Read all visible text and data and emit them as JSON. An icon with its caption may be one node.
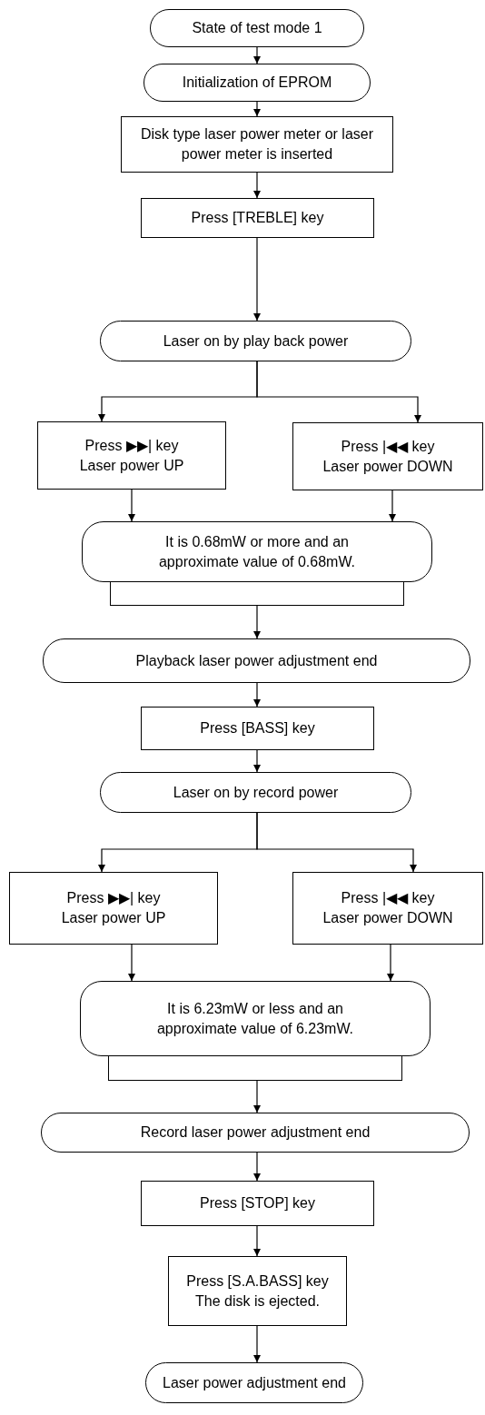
{
  "diagram": {
    "nodes": [
      {
        "text": [
          "State of test mode 1"
        ]
      },
      {
        "text": [
          "Initialization of EPROM"
        ]
      },
      {
        "text": [
          "Disk type laser power meter or laser power meter is inserted"
        ]
      },
      {
        "text": [
          "Press [TREBLE] key"
        ]
      },
      {
        "text": [
          "Laser on by play back power"
        ]
      },
      {
        "text": [
          "Press ▶▶| key",
          "Laser power UP"
        ]
      },
      {
        "text": [
          "Press |◀◀ key",
          "Laser power DOWN"
        ]
      },
      {
        "text": [
          "It is 0.68mW or more and an approximate value of 0.68mW."
        ]
      },
      {
        "text": [],
        "shape": "box"
      },
      {
        "text": [
          "Playback laser power adjustment end"
        ]
      },
      {
        "text": [
          "Press [BASS] key"
        ]
      },
      {
        "text": [
          "Laser on by record power"
        ]
      },
      {
        "text": [
          "Press ▶▶| key",
          "Laser power UP"
        ]
      },
      {
        "text": [
          "Press |◀◀ key",
          "Laser power DOWN"
        ]
      },
      {
        "text": [
          "It is 6.23mW or less and an approximate value of 6.23mW."
        ]
      },
      {
        "text": [],
        "shape": "box"
      },
      {
        "text": [
          "Record laser power adjustment end"
        ]
      },
      {
        "text": [
          "Press [STOP] key"
        ]
      },
      {
        "text": [
          "Press [S.A.BASS] key",
          "The disk is ejected."
        ]
      },
      {
        "text": [
          "Laser power adjustment end"
        ]
      }
    ],
    "edges": [
      {
        "from": 0,
        "to": 1,
        "arrow": "to"
      },
      {
        "from": 1,
        "to": 2,
        "arrow": "to"
      },
      {
        "from": 2,
        "to": 3,
        "arrow": "to"
      },
      {
        "from": 3,
        "to": 4,
        "arrow": "to"
      },
      {
        "from": 4,
        "to": 5,
        "arrow": "to"
      },
      {
        "from": 4,
        "to": 6,
        "arrow": "to"
      },
      {
        "from": 5,
        "to": 7,
        "arrow": "to"
      },
      {
        "from": 6,
        "to": 7,
        "arrow": "to"
      },
      {
        "from": 8,
        "to": 9,
        "arrow": "to"
      },
      {
        "from": 9,
        "to": 10,
        "arrow": "to"
      },
      {
        "from": 10,
        "to": 11,
        "arrow": "to"
      },
      {
        "from": 11,
        "to": 12,
        "arrow": "to"
      },
      {
        "from": 11,
        "to": 13,
        "arrow": "to"
      },
      {
        "from": 12,
        "to": 14,
        "arrow": "to"
      },
      {
        "from": 13,
        "to": 14,
        "arrow": "to"
      },
      {
        "from": 15,
        "to": 16,
        "arrow": "to"
      },
      {
        "from": 16,
        "to": 17,
        "arrow": "to"
      },
      {
        "from": 17,
        "to": 18,
        "arrow": "to"
      },
      {
        "from": 18,
        "to": 19,
        "arrow": "to"
      }
    ]
  }
}
